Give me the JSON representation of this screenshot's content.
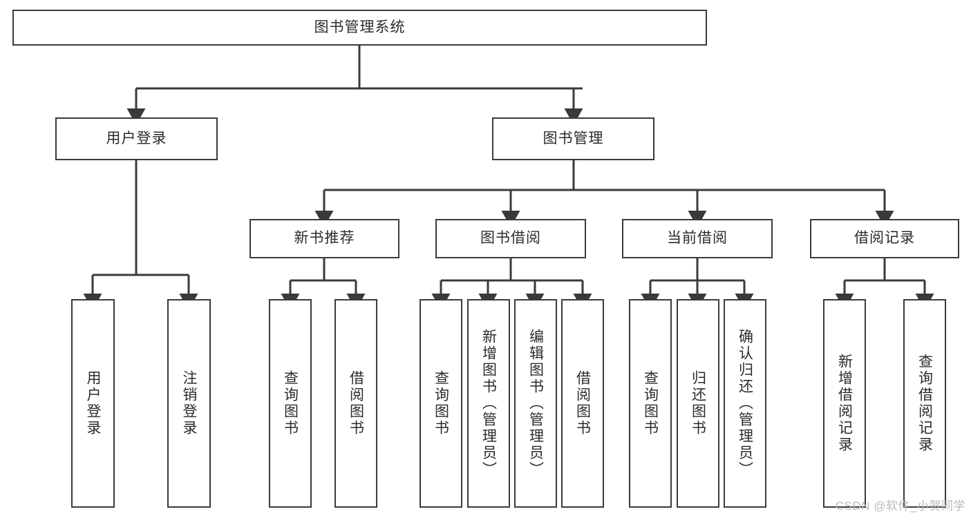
{
  "diagram": {
    "type": "tree-hierarchy",
    "title": "图书管理系统",
    "watermark": "CSDN @软件_小贺同学",
    "colors": {
      "box_border": "#3a3a3a",
      "box_fill": "#ffffff",
      "connector": "#3a3a3a",
      "text": "#2b2b2b",
      "watermark": "#b9b9b9"
    },
    "levels": {
      "root": {
        "label": "图书管理系统"
      },
      "level2": [
        {
          "label": "用户登录"
        },
        {
          "label": "图书管理"
        }
      ],
      "level3": [
        {
          "label": "新书推荐"
        },
        {
          "label": "图书借阅"
        },
        {
          "label": "当前借阅"
        },
        {
          "label": "借阅记录"
        }
      ],
      "leaves": {
        "user_login": [
          {
            "label": "用户登录"
          },
          {
            "label": "注销登录"
          }
        ],
        "new_book_recommend": [
          {
            "label": "查询图书"
          },
          {
            "label": "借阅图书"
          }
        ],
        "book_borrow": [
          {
            "label": "查询图书"
          },
          {
            "label": "新增图书（管理员）"
          },
          {
            "label": "编辑图书（管理员）"
          },
          {
            "label": "借阅图书"
          }
        ],
        "current_borrow": [
          {
            "label": "查询图书"
          },
          {
            "label": "归还图书"
          },
          {
            "label": "确认归还（管理员）"
          }
        ],
        "borrow_records": [
          {
            "label": "新增借阅记录"
          },
          {
            "label": "查询借阅记录"
          }
        ]
      }
    }
  }
}
